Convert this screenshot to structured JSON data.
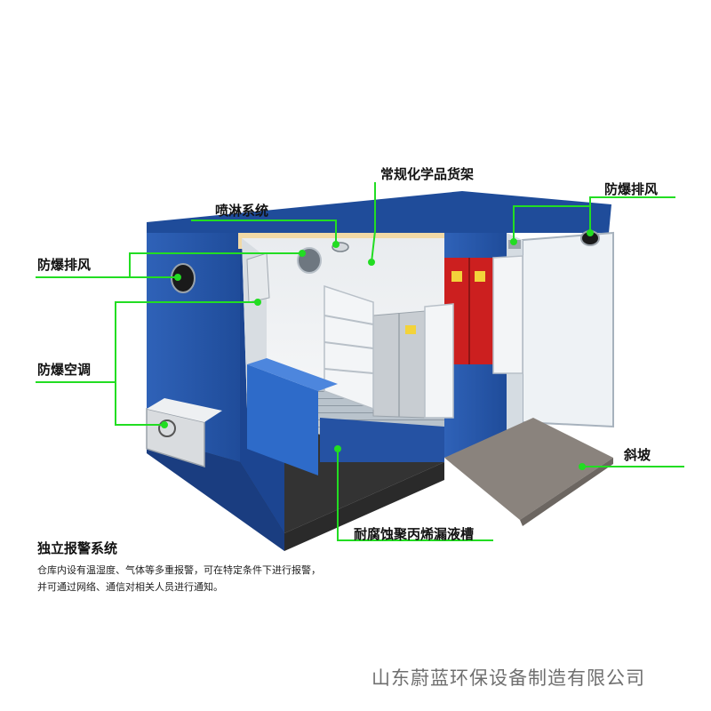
{
  "labels": {
    "spray_system": "喷淋系统",
    "chemical_shelf": "常规化学品货架",
    "explosion_exhaust_right": "防爆排风",
    "explosion_exhaust_left": "防爆排风",
    "explosion_ac": "防爆空调",
    "ramp": "斜坡",
    "leak_tank": "耐腐蚀聚丙烯漏液槽"
  },
  "alarm_note": {
    "title": "独立报警系统",
    "line1": "仓库内设有温湿度、气体等多重报警，可在特定条件下进行报警，",
    "line2": "并可通过网络、通信对相关人员进行通知。"
  },
  "footer": "山东蔚蓝环保设备制造有限公司",
  "colors": {
    "callout": "#22dd22",
    "wall_blue": "#2a5db0",
    "floor_dark": "#3a3a3a",
    "cabinet_red": "#cc1f1f"
  }
}
